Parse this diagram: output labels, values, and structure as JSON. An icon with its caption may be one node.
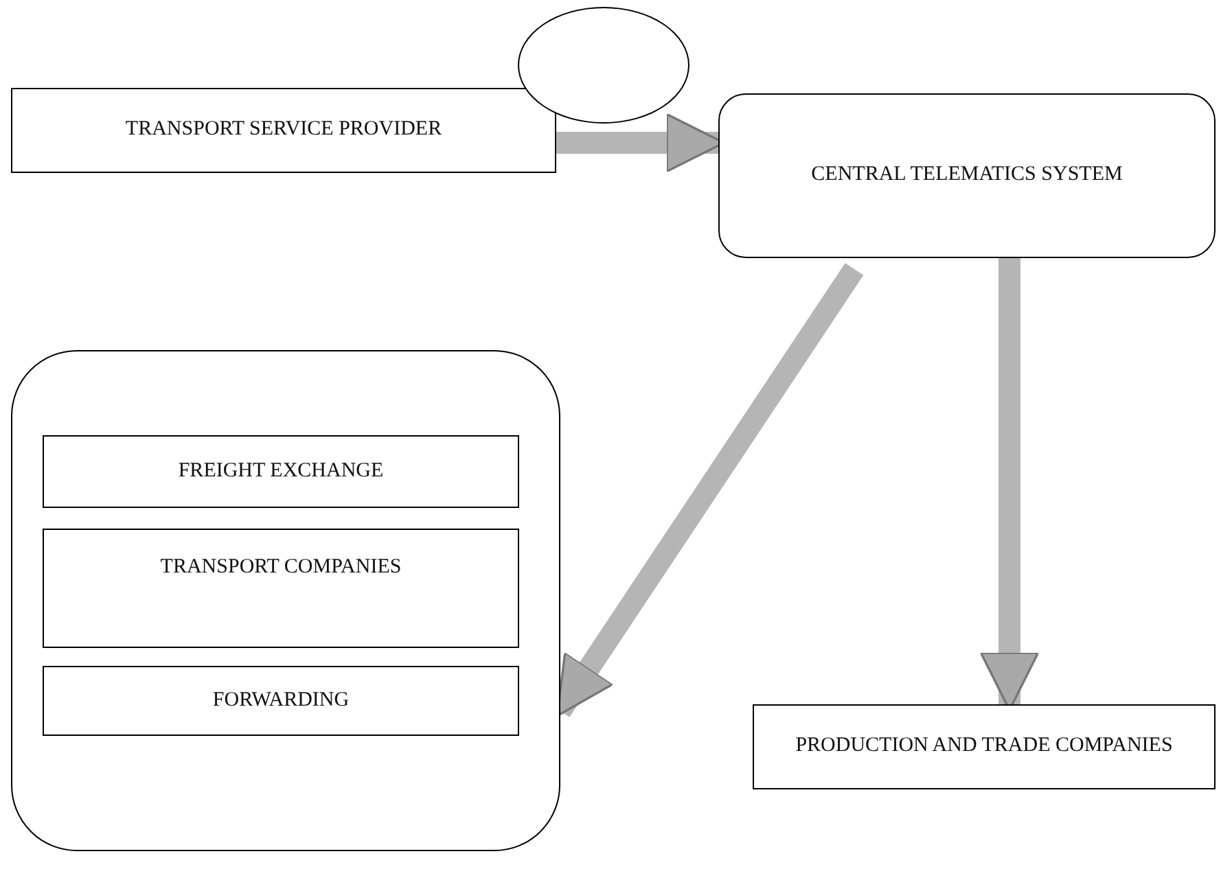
{
  "diagram": {
    "nodes": [
      {
        "text": [
          "TRANSPORT SERVICE PROVIDER"
        ]
      },
      {
        "text": [],
        "shape": "circle"
      },
      {
        "text": [
          "CENTRAL TELEMATICS SYSTEM"
        ]
      },
      {
        "text": [],
        "shape": "box"
      },
      {
        "text": [
          "FREIGHT EXCHANGE"
        ],
        "in": 3
      },
      {
        "text": [
          "TRANSPORT COMPANIES"
        ],
        "in": 3
      },
      {
        "text": [
          "FORWARDING"
        ],
        "in": 3
      },
      {
        "text": [
          "PRODUCTION AND TRADE COMPANIES"
        ]
      }
    ],
    "edges": [
      {
        "from": 0,
        "to": 2,
        "arrow": "to"
      },
      {
        "from": 2,
        "to": 3,
        "arrow": "to"
      },
      {
        "from": 2,
        "to": 7,
        "arrow": "to"
      }
    ]
  }
}
